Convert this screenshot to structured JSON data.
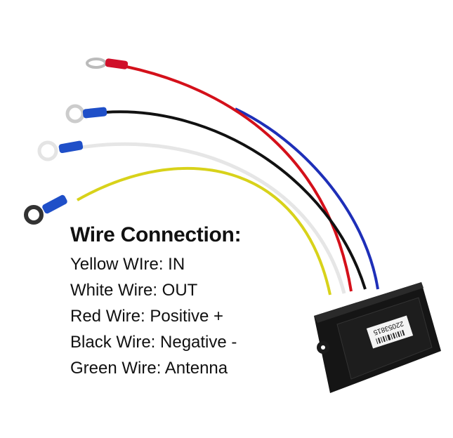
{
  "caption": {
    "title": "Wire Connection:",
    "lines": [
      "Yellow WIre: IN",
      "White Wire: OUT",
      "Red Wire: Positive +",
      "Black Wire: Negative -",
      "Green Wire: Antenna"
    ]
  },
  "module": {
    "label_number": "22053815"
  },
  "colors": {
    "yellow": "#d8d21a",
    "white": "#f2f2f2",
    "red": "#d4101a",
    "black": "#111111",
    "blue": "#1e2fb8",
    "terminal_blue": "#1f4fc8",
    "terminal_red": "#d0102a"
  }
}
